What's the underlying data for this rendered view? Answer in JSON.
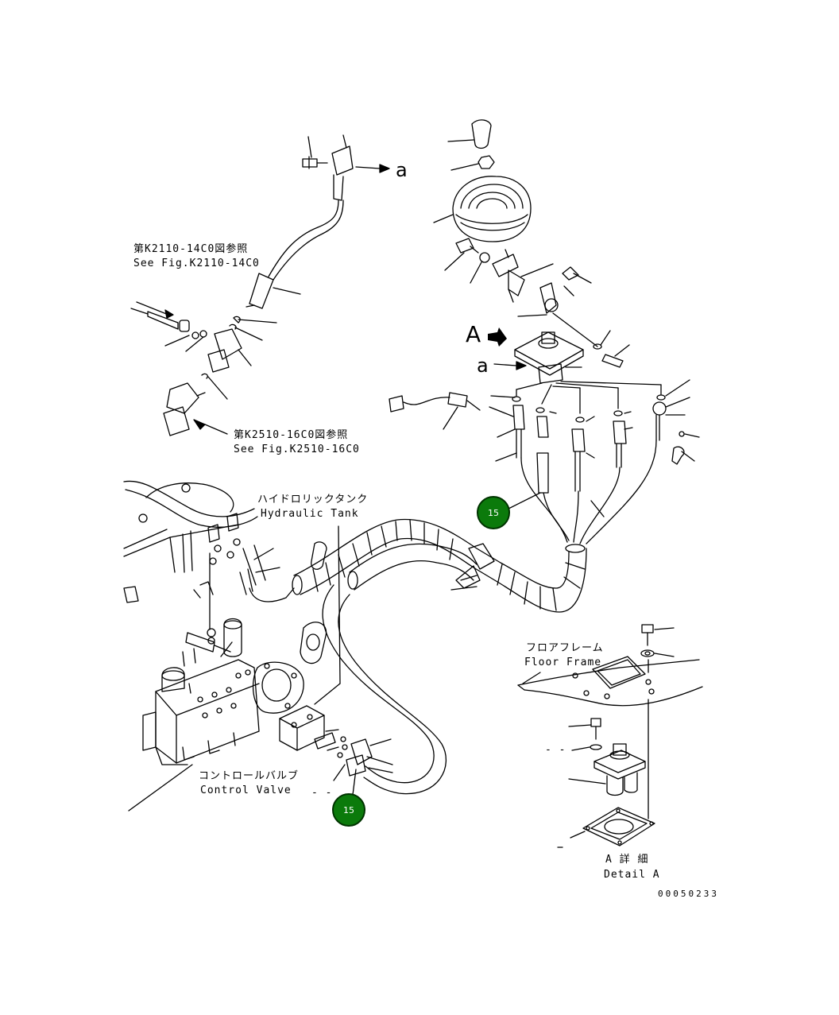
{
  "labels": {
    "ref_k2110_jp": "第K2110-14C0図参照",
    "ref_k2110_en": "See Fig.K2110-14C0",
    "ref_k2510_jp": "第K2510-16C0図参照",
    "ref_k2510_en": "See Fig.K2510-16C0",
    "hydraulic_tank_jp": "ハイドロリックタンク",
    "hydraulic_tank_en": "Hydraulic Tank",
    "floor_frame_jp": "フロアフレーム",
    "floor_frame_en": "Floor Frame",
    "control_valve_jp": "コントロールバルブ",
    "control_valve_en": "Control Valve",
    "detail_a_jp": "A 詳 細",
    "detail_a_en": "Detail A",
    "drawing_number": "00050233",
    "marker_a": "a",
    "marker_a2": "a",
    "view_a": "A",
    "dash_1": "- -",
    "dash_2": "- -"
  },
  "callouts": {
    "upper": "15",
    "lower": "15"
  },
  "colors": {
    "line": "#000000",
    "callout_fill": "#0b7a0b"
  }
}
